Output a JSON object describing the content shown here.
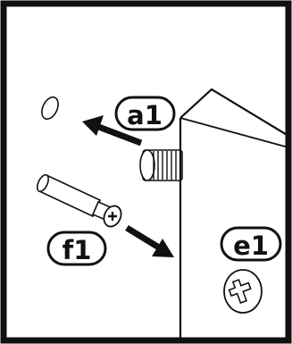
{
  "labels": {
    "a1": "a1",
    "e1": "e1",
    "f1": "f1"
  },
  "colors": {
    "ink": "#111111",
    "background": "#ffffff"
  },
  "icons": {
    "screw_head": "phillips-screw-icon",
    "dowel": "dowel-pin-icon",
    "knurled_insert": "knurled-insert-icon",
    "hole": "hole-icon",
    "arrow_a1": "arrow-left-icon",
    "arrow_f1": "arrow-down-right-icon"
  }
}
